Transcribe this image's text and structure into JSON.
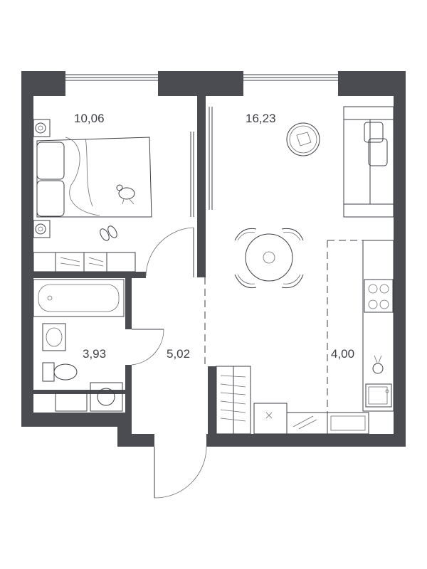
{
  "colors": {
    "wall": "#4a4c52",
    "line": "#3d3f45",
    "background": "#ffffff"
  },
  "rooms": [
    {
      "id": "bedroom",
      "area": "10,06"
    },
    {
      "id": "living",
      "area": "16,23"
    },
    {
      "id": "bathroom",
      "area": "3,93"
    },
    {
      "id": "hall",
      "area": "5,02"
    },
    {
      "id": "kitchen",
      "area": "4,00"
    }
  ]
}
